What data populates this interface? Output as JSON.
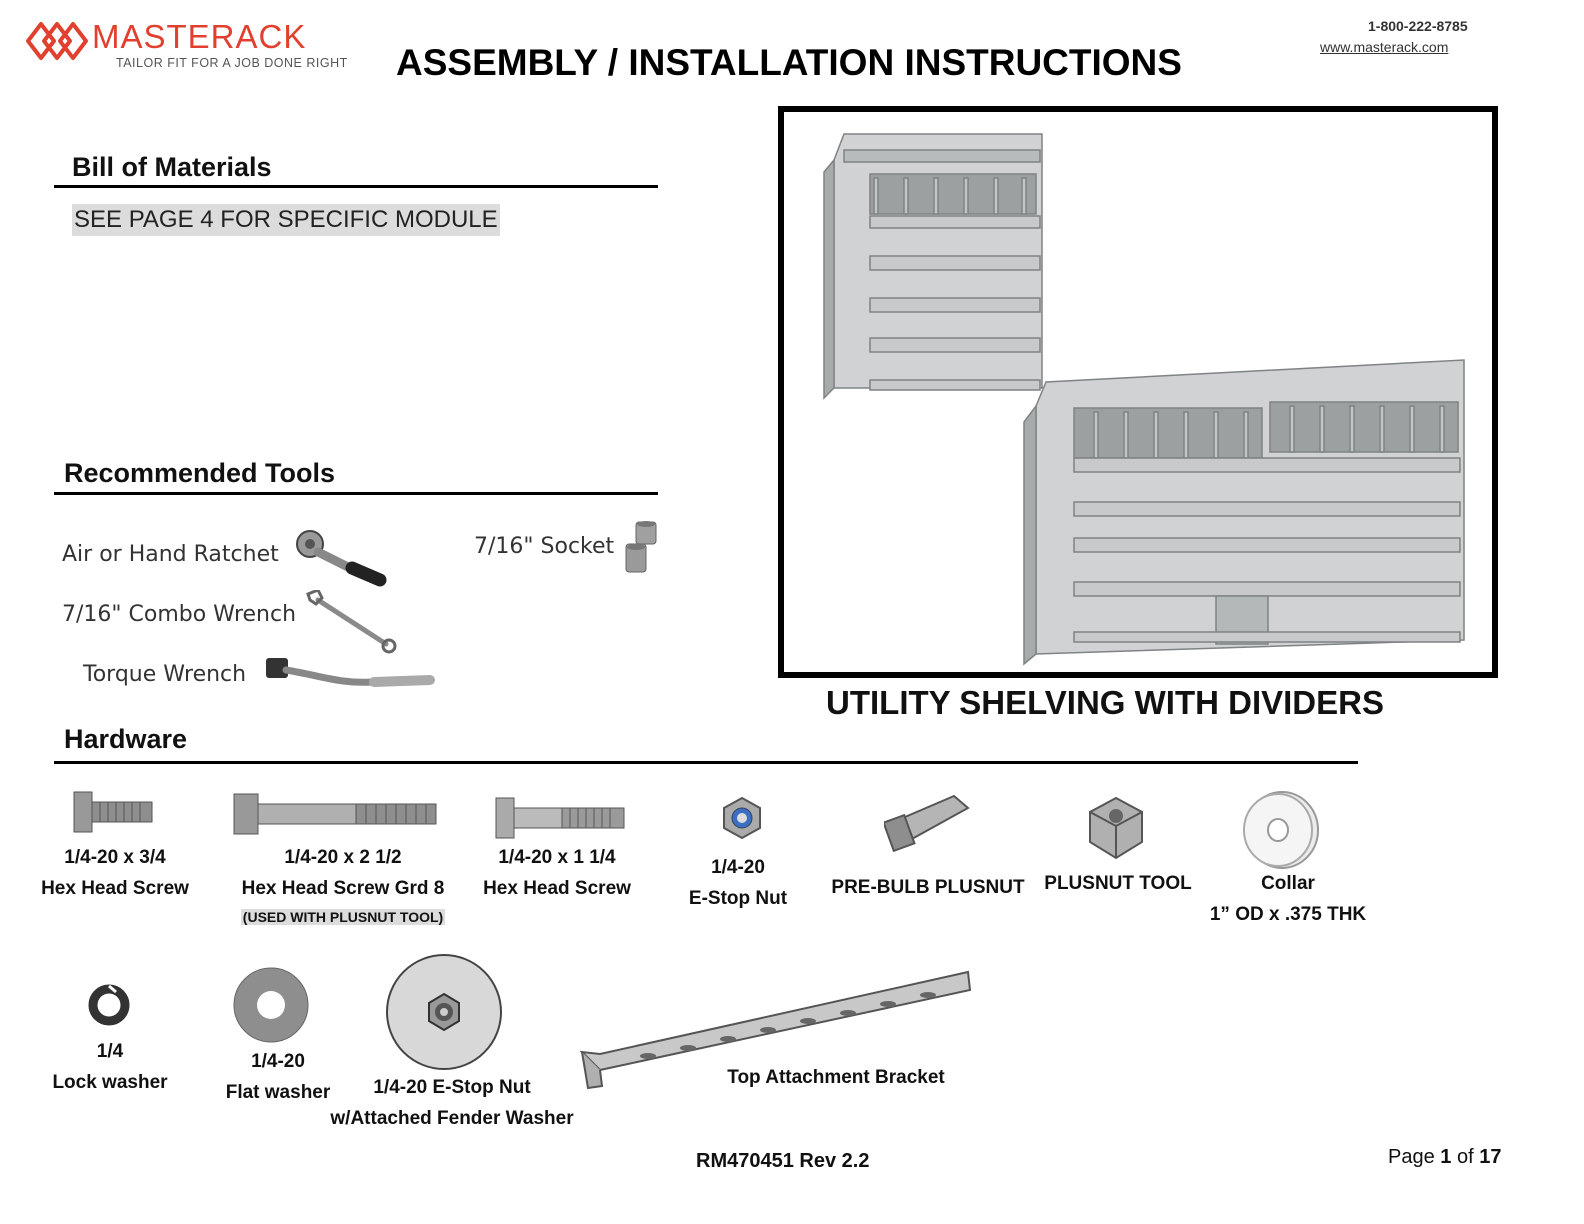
{
  "header": {
    "brand": "MASTERACK",
    "tagline": "TAILOR FIT FOR A JOB DONE RIGHT",
    "title": "ASSEMBLY / INSTALLATION INSTRUCTIONS",
    "phone": "1-800-222-8785",
    "website": "www.masterack.com"
  },
  "bom": {
    "heading": "Bill of Materials",
    "note": "SEE PAGE 4 FOR SPECIFIC MODULE"
  },
  "tools": {
    "heading": "Recommended Tools",
    "items": [
      "Air or Hand Ratchet",
      "7/16\" Combo Wrench",
      "Torque Wrench",
      "7/16\" Socket"
    ]
  },
  "product": {
    "caption": "UTILITY SHELVING WITH DIVIDERS"
  },
  "hardware": {
    "heading": "Hardware",
    "row1": [
      {
        "line1": "1/4-20 x 3/4",
        "line2": "Hex Head Screw"
      },
      {
        "line1": "1/4-20 x 2 1/2",
        "line2": "Hex Head Screw Grd 8",
        "note": "(USED WITH PLUSNUT TOOL)"
      },
      {
        "line1": "1/4-20 x 1 1/4",
        "line2": "Hex Head Screw"
      },
      {
        "line1": "1/4-20",
        "line2": "E-Stop Nut"
      },
      {
        "line1": "PRE-BULB PLUSNUT"
      },
      {
        "line1": "PLUSNUT TOOL"
      },
      {
        "line1": "Collar",
        "line2": "1” OD x .375 THK"
      }
    ],
    "row2": [
      {
        "line1": "1/4",
        "line2": "Lock washer"
      },
      {
        "line1": "1/4-20",
        "line2": "Flat washer"
      },
      {
        "line1": "1/4-20 E-Stop Nut",
        "line2": "w/Attached Fender Washer"
      },
      {
        "line1": "Top Attachment Bracket"
      }
    ]
  },
  "footer": {
    "doc_number": "RM470451 Rev 2.2",
    "page_word": "Page",
    "page_current": "1",
    "page_of": "of",
    "page_total": "17"
  },
  "colors": {
    "brand_red": "#e2402f",
    "metal": "#bfc3c4",
    "text": "#111111"
  }
}
